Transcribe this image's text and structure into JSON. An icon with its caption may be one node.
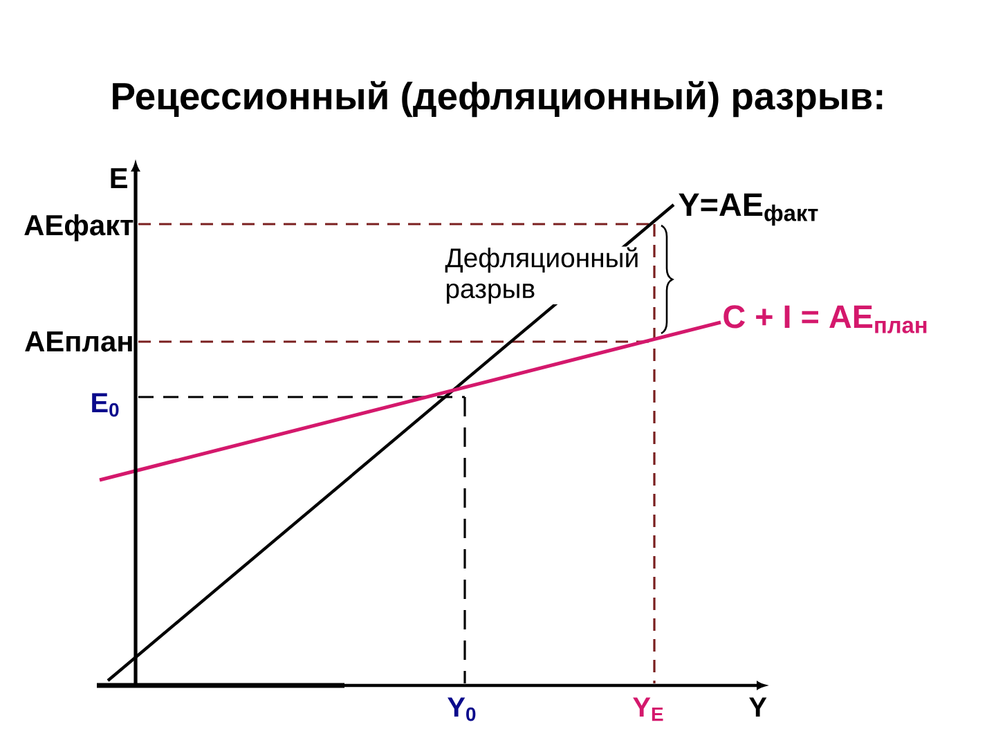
{
  "diagram": {
    "title": "Рецессионный (дефляционный) разрыв:",
    "labels": [
      "E",
      "AEфакт",
      "Y=AE$_{факт}$",
      "Дефляционный разрыв",
      "AEплан",
      "C + I = AE$_{план}$",
      "E$_{0}$",
      "Y$_{0}$",
      "Y$_{E}$",
      "Y"
    ]
  }
}
